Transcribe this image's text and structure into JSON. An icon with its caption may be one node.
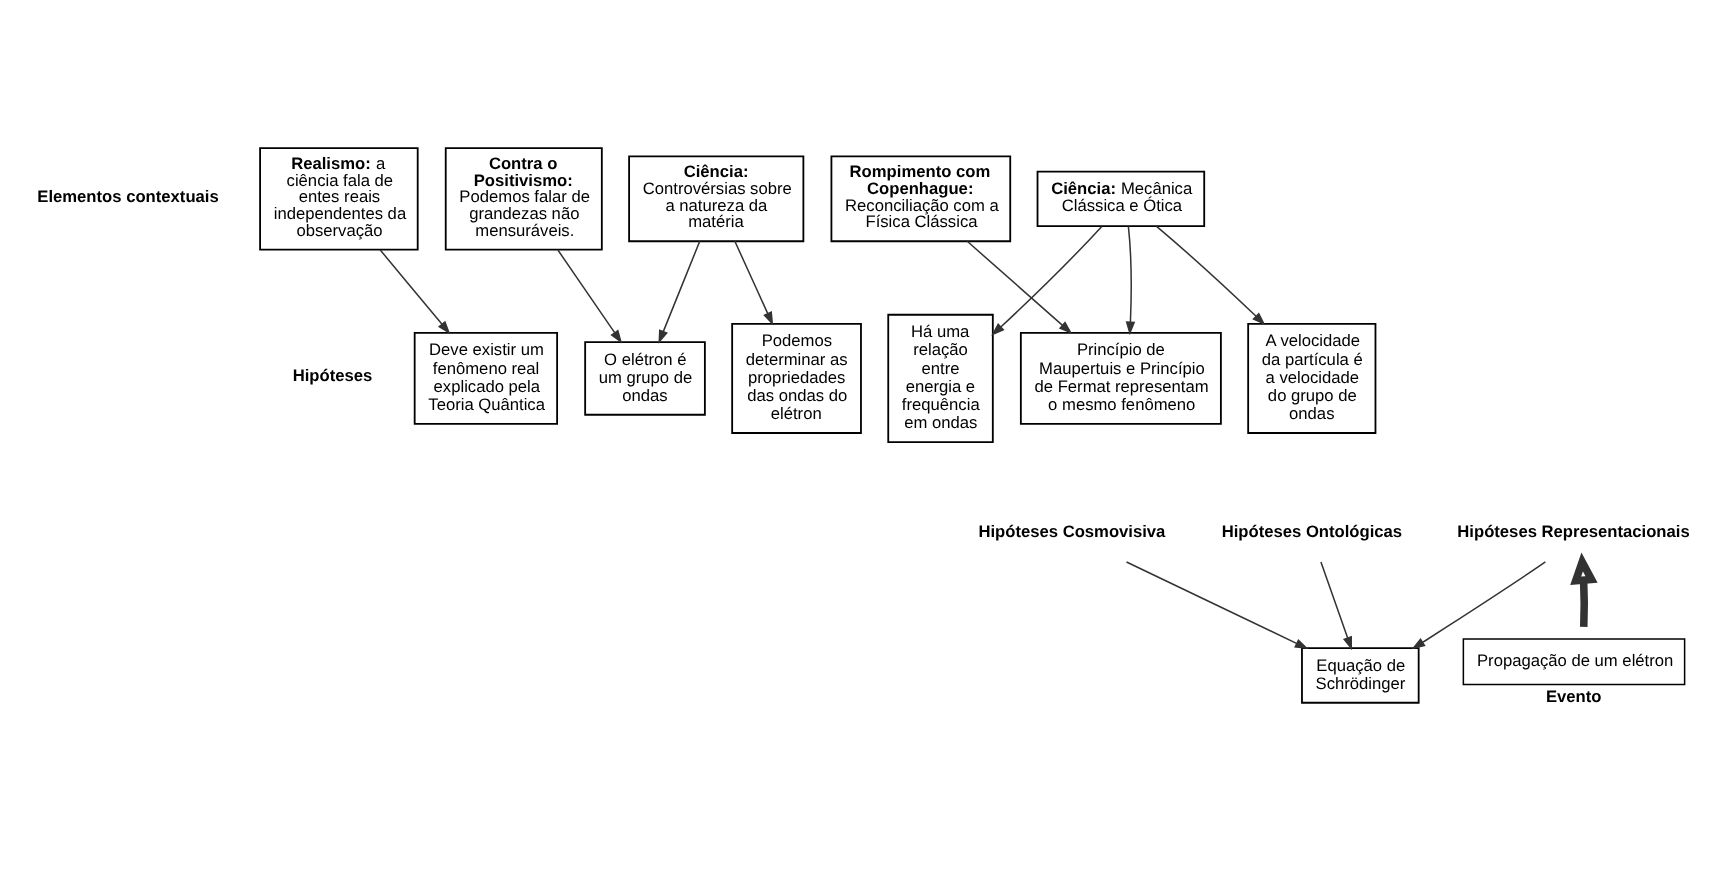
{
  "diagram": {
    "nodes": [
      {
        "text": [
          "**Realismo:** a ciência fala de entes reais independentes da observação"
        ]
      },
      {
        "text": [
          "**Contra o Positivismo:** Podemos falar de grandezas não mensuráveis."
        ]
      },
      {
        "text": [
          "**Ciência:** Controvérsias sobre a natureza da matéria"
        ]
      },
      {
        "text": [
          "**Rompimento com Copenhague:** Reconciliação com a Física Clássica"
        ]
      },
      {
        "text": [
          "**Ciência:** Mecânica Clássica e Ótica"
        ]
      },
      {
        "text": [
          "Deve existir um fenômeno real explicado pela Teoria Quântica"
        ]
      },
      {
        "text": [
          "O elétron é um grupo de ondas"
        ]
      },
      {
        "text": [
          "Podemos determinar as propriedades das ondas do elétron"
        ]
      },
      {
        "text": [
          "Há uma relação entre energia e frequência em ondas"
        ]
      },
      {
        "text": [
          "Princípio de Maupertuis e Princípio de Fermat representam o mesmo fenômeno"
        ]
      },
      {
        "text": [
          "A velocidade da partícula é a velocidade do grupo de ondas"
        ]
      },
      {
        "text": [
          "Hipóteses Cosmovisiva"
        ]
      },
      {
        "text": [
          "Hipóteses Ontológicas"
        ]
      },
      {
        "text": [
          "Hipóteses Representacionais"
        ]
      },
      {
        "text": [
          "Equação de Schrödinger"
        ]
      },
      {
        "text": [
          "Propagação de um elétron"
        ],
        "beside": [
          "Evento"
        ]
      }
    ],
    "edges": [
      {
        "from": 0,
        "to": 5,
        "arrow": "to"
      },
      {
        "from": 1,
        "to": 6,
        "arrow": "to"
      },
      {
        "from": 2,
        "to": 6,
        "arrow": "to"
      },
      {
        "from": 2,
        "to": 7,
        "arrow": "to"
      },
      {
        "from": 3,
        "to": 9,
        "arrow": "to"
      },
      {
        "from": 4,
        "to": 8,
        "arrow": "to"
      },
      {
        "from": 4,
        "to": 9,
        "arrow": "to"
      },
      {
        "from": 4,
        "to": 10,
        "arrow": "to"
      },
      {
        "from": 11,
        "to": 14,
        "arrow": "to"
      },
      {
        "from": 12,
        "to": 14,
        "arrow": "to"
      },
      {
        "from": 13,
        "to": 14,
        "arrow": "to"
      },
      {
        "from": 15,
        "to": 13,
        "arrow": "to",
        "style": "thick"
      }
    ],
    "labels": [
      "Elementos contextuais",
      "Hipóteses"
    ]
  }
}
